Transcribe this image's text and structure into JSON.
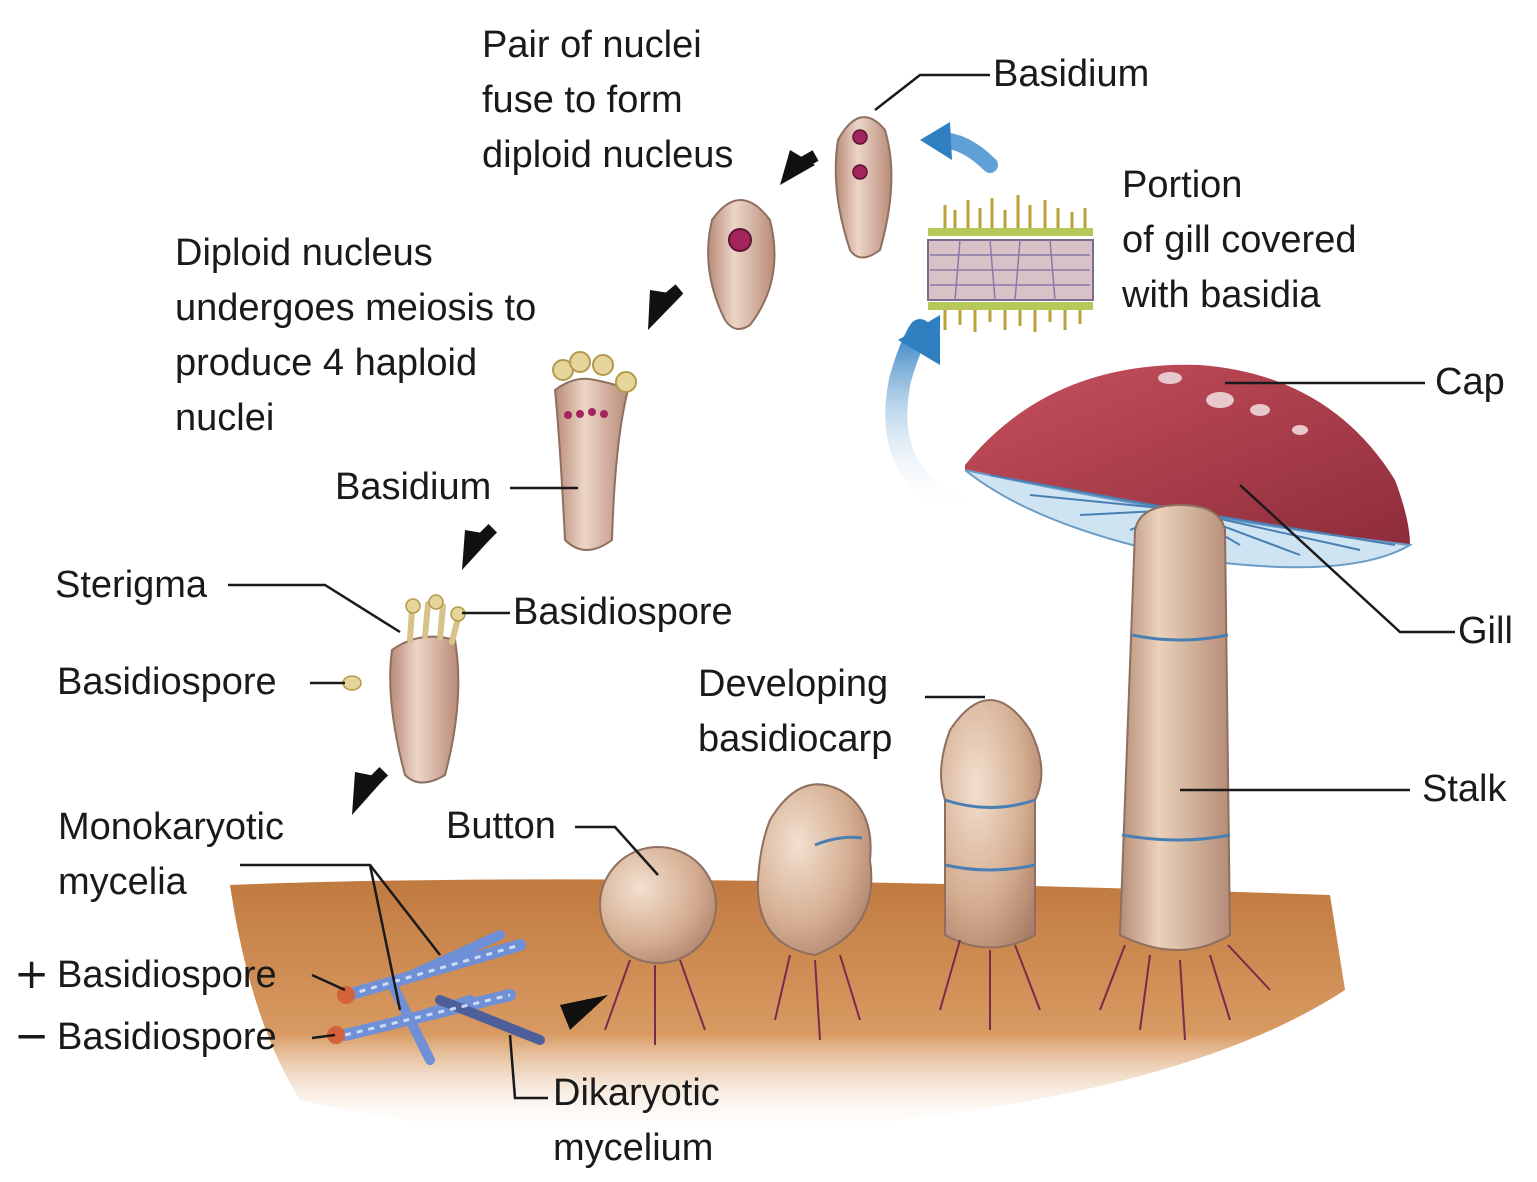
{
  "labels": {
    "basidium_top": "Basidium",
    "pair_of_nuclei": "Pair of nuclei\nfuse to form\ndiploid nucleus",
    "portion_of_gill": "Portion\nof gill covered\nwith basidia",
    "diploid_meiosis": "Diploid nucleus\nundergoes meiosis to\nproduce 4 haploid\nnuclei",
    "basidium_mid": "Basidium",
    "cap": "Cap",
    "gill": "Gill",
    "sterigma": "Sterigma",
    "basidiospore_right": "Basidiospore",
    "basidiospore_left": "Basidiospore",
    "developing_basidiocarp": "Developing\nbasidiocarp",
    "stalk": "Stalk",
    "monokaryotic_mycelia": "Monokaryotic\nmycelia",
    "button": "Button",
    "plus_basidiospore": "Basidiospore",
    "minus_basidiospore": "Basidiospore",
    "dikaryotic_mycelium": "Dikaryotic\nmycelium",
    "plus_sign": "+",
    "minus_sign": "−"
  },
  "colors": {
    "soil": "#c8834a",
    "cap": "#b5404f",
    "stalk": "#d9b89a",
    "basidium": "#c79a8a",
    "nucleus": "#a4245e",
    "hypha": "#6f8fd6",
    "blue_arrow": "#2f7fc1",
    "black_arrow": "#111111",
    "gill_green": "#9cbc4a"
  }
}
